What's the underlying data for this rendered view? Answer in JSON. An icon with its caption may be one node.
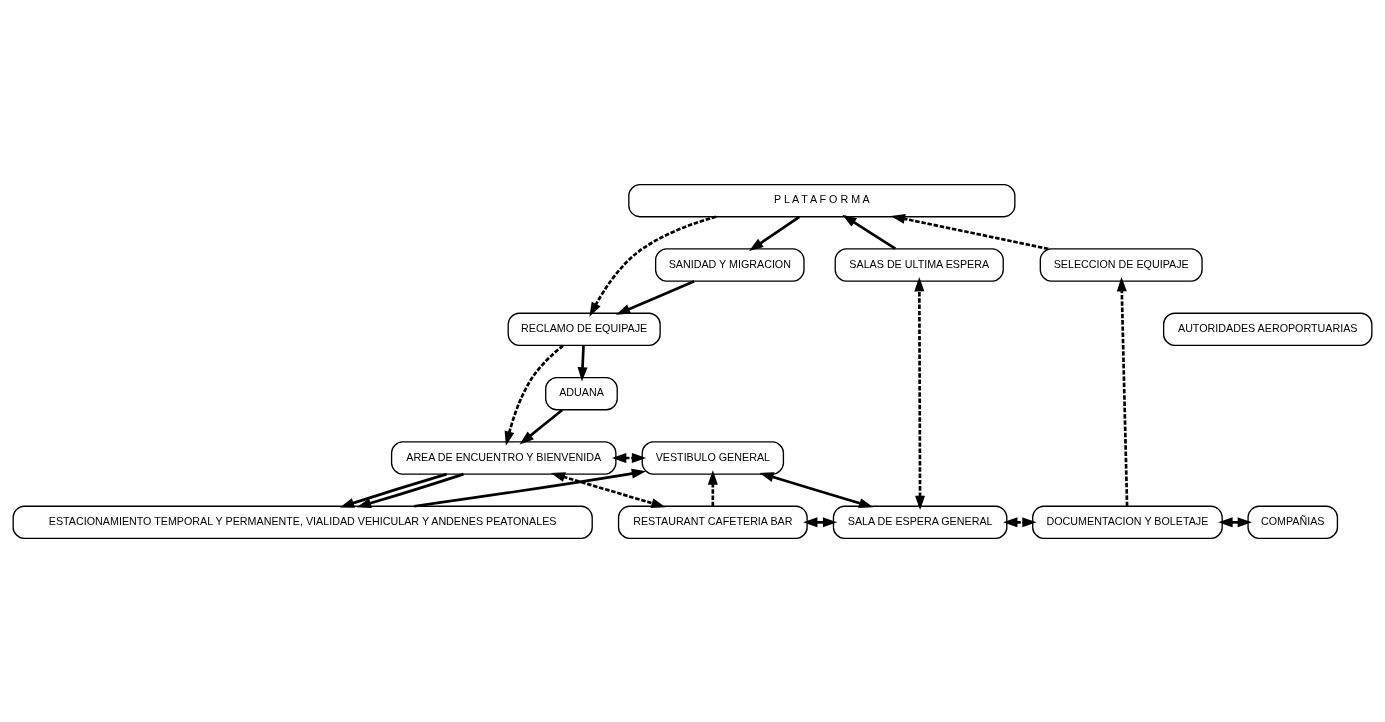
{
  "diagram": {
    "nodes": [
      {
        "text": [
          "P L A T A F O R M A"
        ]
      },
      {
        "text": [
          "SANIDAD Y MIGRACION"
        ]
      },
      {
        "text": [
          "SALAS DE ULTIMA ESPERA"
        ]
      },
      {
        "text": [
          "SELECCION DE EQUIPAJE"
        ]
      },
      {
        "text": [
          "AUTORIDADES AEROPORTUARIAS"
        ]
      },
      {
        "text": [
          "RECLAMO DE EQUIPAJE"
        ]
      },
      {
        "text": [
          "RESTAURANT CAFETERIA BAR"
        ]
      },
      {
        "text": [
          "SALA DE ESPERA GENERAL"
        ]
      },
      {
        "text": [
          "DOCUMENTACION Y BOLETAJE"
        ]
      },
      {
        "text": [
          "COMPAÑIAS"
        ]
      },
      {
        "text": [
          "ADUANA"
        ]
      },
      {
        "text": [
          "AREA DE ENCUENTRO Y BIENVENIDA"
        ]
      },
      {
        "text": [
          "VESTIBULO GENERAL"
        ]
      },
      {
        "text": [
          "ESTACIONAMIENTO TEMPORAL Y PERMANENTE, VIALIDAD VEHICULAR Y ANDENES PEATONALES"
        ]
      }
    ],
    "edges": [
      {
        "from": 0,
        "to": 1,
        "arrow": "to"
      },
      {
        "from": 1,
        "to": 5,
        "arrow": "to"
      },
      {
        "from": 5,
        "to": 10,
        "arrow": "to"
      },
      {
        "from": 10,
        "to": 11,
        "arrow": "to"
      },
      {
        "from": 11,
        "to": 13,
        "arrow": "to"
      },
      {
        "from": 0,
        "to": 5,
        "arrow": "to",
        "style": "dashed"
      },
      {
        "from": 5,
        "to": 11,
        "arrow": "to",
        "style": "dashed"
      },
      {
        "from": 11,
        "to": 13,
        "arrow": "to"
      },
      {
        "from": 11,
        "to": 12,
        "arrow": "both",
        "style": "dashed"
      },
      {
        "from": 11,
        "to": 6,
        "arrow": "both",
        "style": "dashed"
      },
      {
        "from": 6,
        "to": 7,
        "arrow": "both"
      },
      {
        "from": 6,
        "to": 12,
        "arrow": "to",
        "style": "dashed"
      },
      {
        "from": 7,
        "to": 12,
        "arrow": "both"
      },
      {
        "from": 7,
        "to": 2,
        "arrow": "both",
        "style": "dashed"
      },
      {
        "from": 2,
        "to": 0,
        "arrow": "to"
      },
      {
        "from": 7,
        "to": 8,
        "arrow": "both",
        "style": "dashed"
      },
      {
        "from": 8,
        "to": 9,
        "arrow": "both"
      },
      {
        "from": 8,
        "to": 3,
        "arrow": "to",
        "style": "dashed"
      },
      {
        "from": 3,
        "to": 0,
        "arrow": "to",
        "style": "dashed"
      },
      {
        "from": 13,
        "to": 12,
        "arrow": "to"
      }
    ]
  }
}
